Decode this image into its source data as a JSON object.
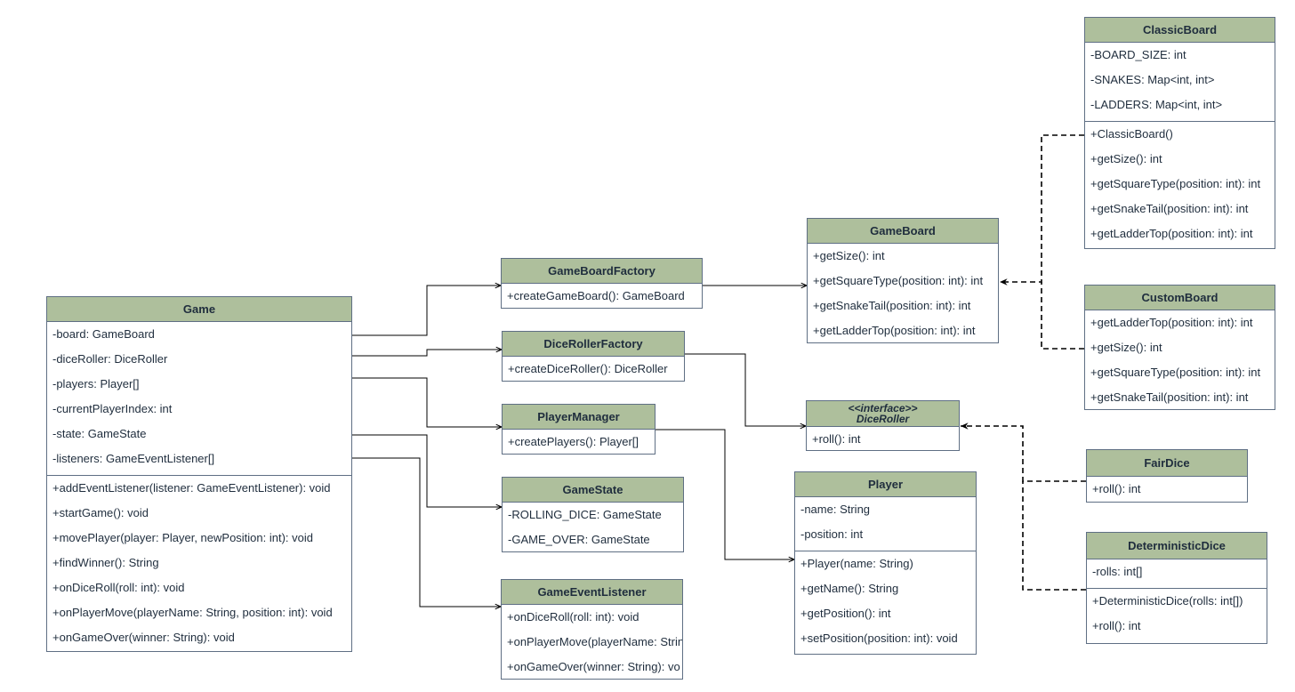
{
  "classes": {
    "game": {
      "name": "Game",
      "attributes": [
        "-board: GameBoard",
        "-diceRoller: DiceRoller",
        "-players: Player[]",
        "-currentPlayerIndex: int",
        "-state: GameState",
        "-listeners: GameEventListener[]"
      ],
      "methods": [
        "+addEventListener(listener: GameEventListener): void",
        "+startGame(): void",
        "+movePlayer(player: Player, newPosition: int): void",
        "+findWinner(): String",
        "+onDiceRoll(roll: int): void",
        "+onPlayerMove(playerName: String, position: int): void",
        "+onGameOver(winner: String): void"
      ]
    },
    "gameBoardFactory": {
      "name": "GameBoardFactory",
      "methods": [
        "+createGameBoard(): GameBoard"
      ]
    },
    "diceRollerFactory": {
      "name": "DiceRollerFactory",
      "methods": [
        "+createDiceRoller(): DiceRoller"
      ]
    },
    "playerManager": {
      "name": "PlayerManager",
      "methods": [
        "+createPlayers(): Player[]"
      ]
    },
    "gameState": {
      "name": "GameState",
      "attributes": [
        "-ROLLING_DICE: GameState",
        "-GAME_OVER: GameState"
      ]
    },
    "gameEventListener": {
      "name": "GameEventListener",
      "methods": [
        "+onDiceRoll(roll: int): void",
        "+onPlayerMove(playerName: Strin",
        "+onGameOver(winner: String): vo"
      ]
    },
    "gameBoard": {
      "name": "GameBoard",
      "methods": [
        "+getSize(): int",
        "+getSquareType(position: int): int",
        "+getSnakeTail(position: int): int",
        "+getLadderTop(position: int): int"
      ]
    },
    "diceRoller": {
      "stereotype": "<<interface>>",
      "name": "DiceRoller",
      "methods": [
        "+roll(): int"
      ]
    },
    "player": {
      "name": "Player",
      "attributes": [
        "-name: String",
        "-position: int"
      ],
      "methods": [
        "+Player(name: String)",
        "+getName(): String",
        "+getPosition(): int",
        "+setPosition(position: int): void"
      ]
    },
    "classicBoard": {
      "name": "ClassicBoard",
      "attributes": [
        "-BOARD_SIZE: int",
        "-SNAKES: Map<int, int>",
        "-LADDERS: Map<int, int>"
      ],
      "methods": [
        "+ClassicBoard()",
        "+getSize(): int",
        "+getSquareType(position: int): int",
        "+getSnakeTail(position: int): int",
        "+getLadderTop(position: int): int"
      ]
    },
    "customBoard": {
      "name": "CustomBoard",
      "methods": [
        "+getLadderTop(position: int): int",
        "+getSize(): int",
        "+getSquareType(position: int): int",
        "+getSnakeTail(position: int): int"
      ]
    },
    "fairDice": {
      "name": "FairDice",
      "methods": [
        "+roll(): int"
      ]
    },
    "deterministicDice": {
      "name": "DeterministicDice",
      "attributes": [
        "-rolls: int[]"
      ],
      "methods": [
        "+DeterministicDice(rolls: int[])",
        "+roll(): int"
      ]
    }
  }
}
